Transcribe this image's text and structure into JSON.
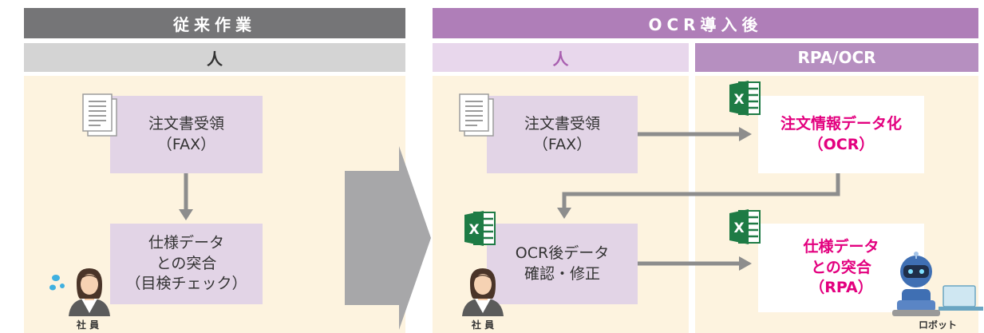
{
  "colors": {
    "legacy_header": "#757577",
    "legacy_sub": "#d4d4d4",
    "panel_bg": "#fdf3df",
    "ocr_header": "#af7eb8",
    "human_sub": "#e8d7ec",
    "rpa_sub": "#b68fc0",
    "process_box": "#e2d4e6",
    "accent_text": "#e3007f",
    "arrow": "#8d8d8d",
    "big_arrow": "#a7a7a9"
  },
  "legacy": {
    "header": "従来作業",
    "sub_header": "人",
    "step1": "注文書受領\n（FAX）",
    "step2": "仕様データ\nとの突合\n（目検チェック）",
    "person_caption": "社 員"
  },
  "ocr": {
    "header": "OCR導入後",
    "human_header": "人",
    "rpa_header": "RPA/OCR",
    "human_step1": "注文書受領\n（FAX）",
    "human_step2": "OCR後データ\n確認・修正",
    "rpa_step1": "注文情報データ化\n（OCR）",
    "rpa_step2": "仕様データ\nとの突合\n（RPA）",
    "person_caption": "社 員",
    "robot_caption": "ロボット"
  },
  "icons": [
    "document-icon",
    "excel-icon",
    "employee-icon",
    "robot-icon",
    "sweat-icon"
  ]
}
